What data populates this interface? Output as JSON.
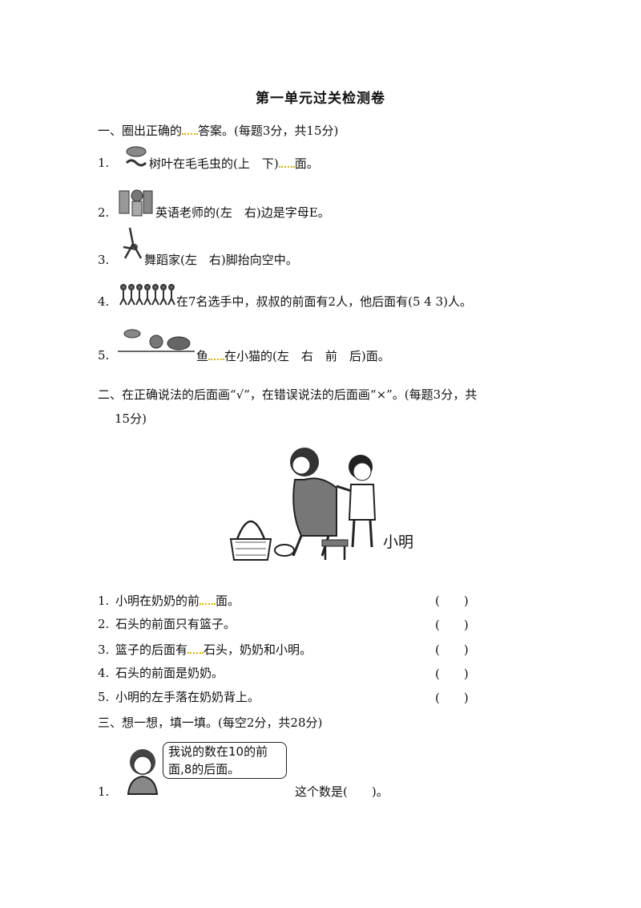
{
  "title": "第一单元过关检测卷",
  "section1": {
    "heading_pre": "一、圈出正确的",
    "heading_post": "答案。(每题3分，共15分)",
    "q1": {
      "num": "1.",
      "pre": "树叶在毛毛虫的(上　下)",
      "post": "面。"
    },
    "q2": {
      "num": "2.",
      "text": "英语老师的(左　右)边是字母E。"
    },
    "q3": {
      "num": "3.",
      "text": "舞蹈家(左　右)脚抬向空中。"
    },
    "q4": {
      "num": "4.",
      "text": "在7名选手中，叔叔的前面有2人，他后面有(5 4 3)人。"
    },
    "q5": {
      "num": "5.",
      "pre": "鱼",
      "post": "在小猫的(左　右　前　后)面。"
    }
  },
  "section2": {
    "heading_line1": "二、在正确说法的后面画“√”，在错误说法的后面画“×”。(每题3分，共",
    "heading_line2": "15分)",
    "figure_label": "小明",
    "items": [
      {
        "num": "1.",
        "pre": "小明在奶奶的前",
        "post": "面。",
        "paren": "(　　)"
      },
      {
        "num": "2.",
        "text": "石头的前面只有篮子。",
        "paren": "(　　)"
      },
      {
        "num": "3.",
        "pre": "篮子的后面有",
        "post": "石头，奶奶和小明。",
        "paren": "(　　)"
      },
      {
        "num": "4.",
        "text": "石头的前面是奶奶。",
        "paren": "(　　)"
      },
      {
        "num": "5.",
        "text": "小明的左手落在奶奶背上。",
        "paren": "(　　)"
      }
    ]
  },
  "section3": {
    "heading": "三、想一想，填一填。(每空2分，共28分)",
    "q1": {
      "num": "1.",
      "bubble_line1": "我说的数在10的前",
      "bubble_line2": "面,8的后面。",
      "answer": "这个数是(　　)。"
    }
  }
}
